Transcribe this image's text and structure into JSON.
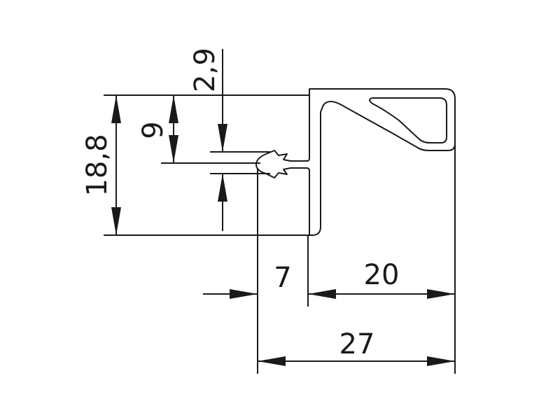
{
  "drawing": {
    "dimensions": {
      "height_total": "18,8",
      "height_lower": "9",
      "gap_top": "2,9",
      "width_total": "27",
      "width_right": "20",
      "width_left": "7"
    }
  }
}
